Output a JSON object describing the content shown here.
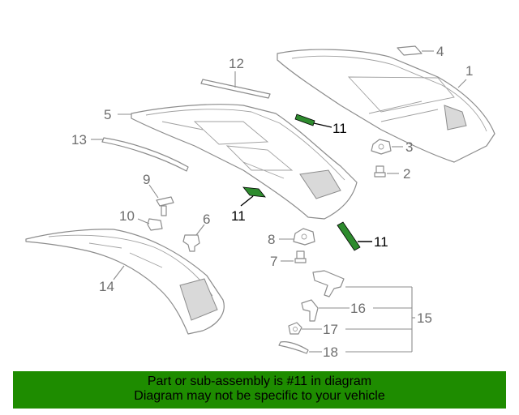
{
  "callouts": {
    "c1": "1",
    "c2": "2",
    "c3": "3",
    "c4": "4",
    "c5": "5",
    "c6": "6",
    "c7": "7",
    "c8": "8",
    "c9": "9",
    "c10": "10",
    "c11a": "11",
    "c11b": "11",
    "c11c": "11",
    "c12": "12",
    "c13": "13",
    "c14": "14",
    "c15": "15",
    "c16": "16",
    "c17": "17",
    "c18": "18"
  },
  "banner": {
    "line1": "Part or sub-assembly is #11 in diagram",
    "line2": "Diagram may not be specific to your vehicle"
  },
  "colors": {
    "highlight_part": "#2e8b2e",
    "banner_bg": "#1e8c00",
    "line_art": "#8c8c8c"
  }
}
